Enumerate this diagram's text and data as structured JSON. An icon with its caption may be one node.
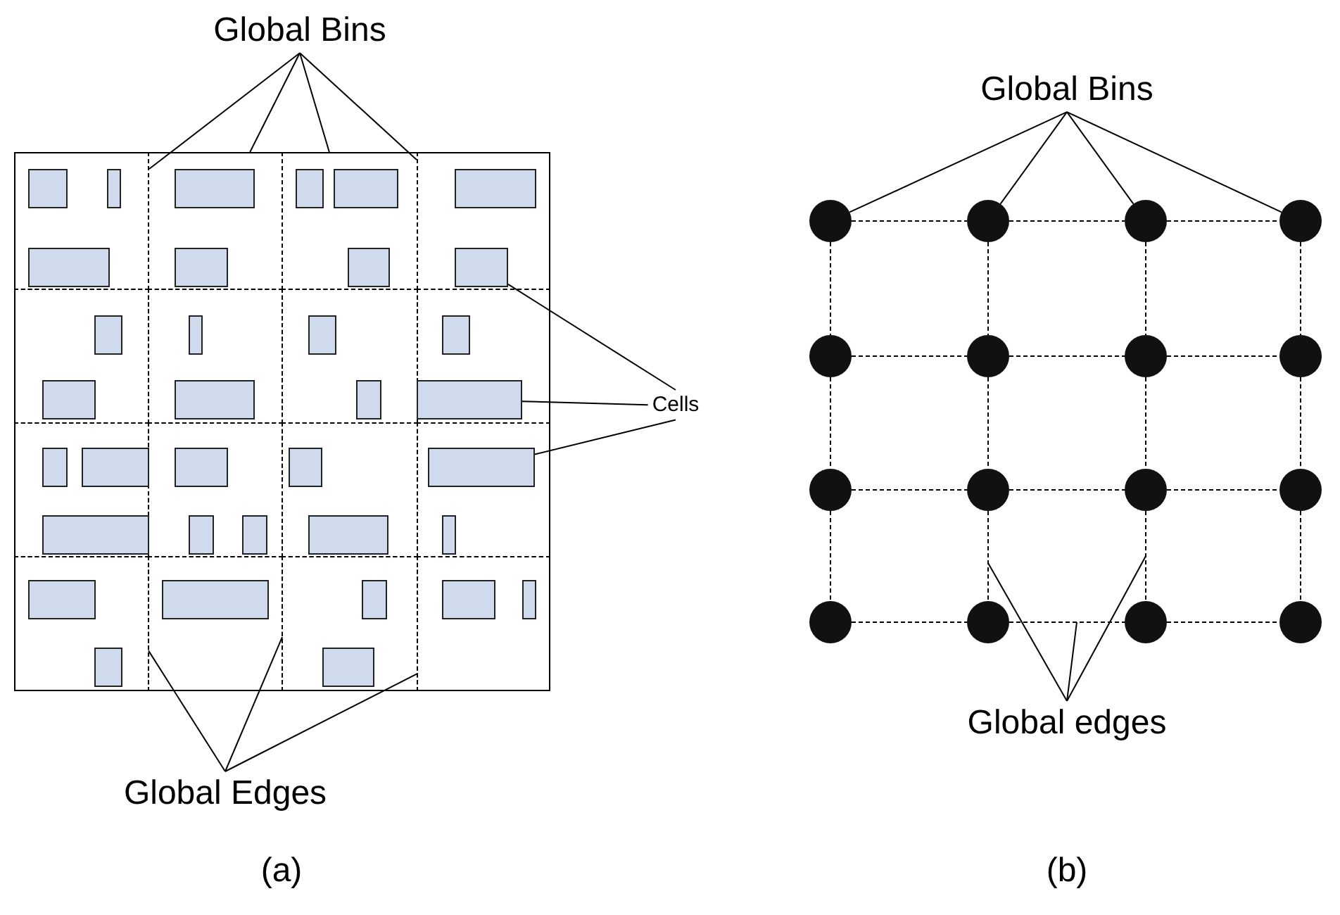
{
  "diagram": {
    "nodes": [
      {
        "text": [
          "Global Bins"
        ]
      },
      {
        "text": [],
        "shape": "box"
      },
      {
        "text": [],
        "shape": "box",
        "in": 1
      },
      {
        "text": [],
        "shape": "box",
        "in": 1
      },
      {
        "text": [],
        "shape": "box",
        "in": 1
      },
      {
        "text": [],
        "shape": "box"
      },
      {
        "text": [],
        "shape": "box",
        "in": 5
      },
      {
        "text": [],
        "shape": "box",
        "in": 5
      },
      {
        "text": [],
        "shape": "box"
      },
      {
        "text": [],
        "shape": "box",
        "in": 8
      },
      {
        "text": [],
        "shape": "box",
        "in": 8
      },
      {
        "text": [],
        "shape": "box",
        "in": 8
      },
      {
        "text": [],
        "shape": "box"
      },
      {
        "text": [],
        "shape": "box",
        "in": 12
      },
      {
        "text": [],
        "shape": "box",
        "in": 12
      },
      {
        "text": [],
        "shape": "box"
      },
      {
        "text": [],
        "shape": "box",
        "in": 15
      },
      {
        "text": [],
        "shape": "box",
        "in": 15
      },
      {
        "text": [],
        "shape": "box"
      },
      {
        "text": [],
        "shape": "box",
        "in": 18
      },
      {
        "text": [],
        "shape": "box",
        "in": 18
      },
      {
        "text": [],
        "shape": "box"
      },
      {
        "text": [],
        "shape": "box",
        "in": 21
      },
      {
        "text": [],
        "shape": "box",
        "in": 21
      },
      {
        "text": [],
        "shape": "box"
      },
      {
        "text": [],
        "shape": "box",
        "in": 24
      },
      {
        "text": [],
        "shape": "box",
        "in": 24
      },
      {
        "text": [],
        "shape": "box"
      },
      {
        "text": [],
        "shape": "box",
        "in": 27
      },
      {
        "text": [],
        "shape": "box",
        "in": 27
      },
      {
        "text": [],
        "shape": "box",
        "in": 27
      },
      {
        "text": [],
        "shape": "box"
      },
      {
        "text": [],
        "shape": "box",
        "in": 31
      },
      {
        "text": [],
        "shape": "box",
        "in": 31
      },
      {
        "text": [],
        "shape": "box",
        "in": 31
      },
      {
        "text": [],
        "shape": "box"
      },
      {
        "text": [],
        "shape": "box",
        "in": 35
      },
      {
        "text": [],
        "shape": "box",
        "in": 35
      },
      {
        "text": [],
        "shape": "box"
      },
      {
        "text": [],
        "shape": "box",
        "in": 38
      },
      {
        "text": [],
        "shape": "box",
        "in": 38
      },
      {
        "text": [],
        "shape": "box"
      },
      {
        "text": [],
        "shape": "box",
        "in": 41
      },
      {
        "text": [],
        "shape": "box",
        "in": 41
      },
      {
        "text": [],
        "shape": "box"
      },
      {
        "text": [],
        "shape": "box",
        "in": 44
      },
      {
        "text": [],
        "shape": "box"
      },
      {
        "text": [],
        "shape": "box",
        "in": 46
      },
      {
        "text": [],
        "shape": "box",
        "in": 46
      },
      {
        "text": [],
        "shape": "box"
      },
      {
        "text": [],
        "shape": "box",
        "in": 49
      },
      {
        "text": [],
        "shape": "box",
        "in": 49
      },
      {
        "text": [
          "Cells"
        ]
      },
      {
        "text": [
          "Global Edges"
        ]
      },
      {
        "text": [
          "Global Bins"
        ]
      },
      {
        "text": [],
        "shape": "circle"
      },
      {
        "text": [],
        "shape": "circle"
      },
      {
        "text": [],
        "shape": "circle"
      },
      {
        "text": [],
        "shape": "circle"
      },
      {
        "text": [],
        "shape": "circle"
      },
      {
        "text": [],
        "shape": "circle"
      },
      {
        "text": [],
        "shape": "circle"
      },
      {
        "text": [],
        "shape": "circle"
      },
      {
        "text": [],
        "shape": "circle"
      },
      {
        "text": [],
        "shape": "circle"
      },
      {
        "text": [],
        "shape": "circle"
      },
      {
        "text": [],
        "shape": "circle"
      },
      {
        "text": [],
        "shape": "circle"
      },
      {
        "text": [],
        "shape": "circle"
      },
      {
        "text": [],
        "shape": "circle"
      },
      {
        "text": [],
        "shape": "circle"
      },
      {
        "text": [
          "Global edges"
        ]
      }
    ],
    "edges": [
      {
        "from": 0,
        "to": 1,
        "arrow": "none"
      },
      {
        "from": 0,
        "to": 5,
        "arrow": "none"
      },
      {
        "from": 0,
        "to": 8,
        "arrow": "none"
      },
      {
        "from": 0,
        "to": 12,
        "arrow": "none"
      },
      {
        "from": 52,
        "to": 14,
        "arrow": "none"
      },
      {
        "from": 52,
        "to": 26,
        "arrow": "none"
      },
      {
        "from": 52,
        "to": 39,
        "arrow": "none"
      },
      {
        "from": 53,
        "to": 41,
        "arrow": "none"
      },
      {
        "from": 53,
        "to": 44,
        "arrow": "none"
      },
      {
        "from": 53,
        "to": 49,
        "arrow": "none"
      },
      {
        "from": 54,
        "to": 55,
        "arrow": "none"
      },
      {
        "from": 54,
        "to": 56,
        "arrow": "none"
      },
      {
        "from": 54,
        "to": 57,
        "arrow": "none"
      },
      {
        "from": 54,
        "to": 58,
        "arrow": "none"
      },
      {
        "from": 55,
        "to": 56,
        "arrow": "none",
        "style": "dashed"
      },
      {
        "from": 56,
        "to": 57,
        "arrow": "none",
        "style": "dashed"
      },
      {
        "from": 57,
        "to": 58,
        "arrow": "none",
        "style": "dashed"
      },
      {
        "from": 59,
        "to": 60,
        "arrow": "none",
        "style": "dashed"
      },
      {
        "from": 60,
        "to": 61,
        "arrow": "none",
        "style": "dashed"
      },
      {
        "from": 61,
        "to": 62,
        "arrow": "none",
        "style": "dashed"
      },
      {
        "from": 63,
        "to": 64,
        "arrow": "none",
        "style": "dashed"
      },
      {
        "from": 64,
        "to": 65,
        "arrow": "none",
        "style": "dashed"
      },
      {
        "from": 65,
        "to": 66,
        "arrow": "none",
        "style": "dashed"
      },
      {
        "from": 67,
        "to": 68,
        "arrow": "none",
        "style": "dashed"
      },
      {
        "from": 68,
        "to": 69,
        "arrow": "none",
        "style": "dashed"
      },
      {
        "from": 69,
        "to": 70,
        "arrow": "none",
        "style": "dashed"
      },
      {
        "from": 55,
        "to": 59,
        "arrow": "none",
        "style": "dashed"
      },
      {
        "from": 56,
        "to": 60,
        "arrow": "none",
        "style": "dashed"
      },
      {
        "from": 57,
        "to": 61,
        "arrow": "none",
        "style": "dashed"
      },
      {
        "from": 58,
        "to": 62,
        "arrow": "none",
        "style": "dashed"
      },
      {
        "from": 59,
        "to": 63,
        "arrow": "none",
        "style": "dashed"
      },
      {
        "from": 60,
        "to": 64,
        "arrow": "none",
        "style": "dashed"
      },
      {
        "from": 61,
        "to": 65,
        "arrow": "none",
        "style": "dashed"
      },
      {
        "from": 62,
        "to": 66,
        "arrow": "none",
        "style": "dashed"
      },
      {
        "from": 63,
        "to": 67,
        "arrow": "none",
        "style": "dashed"
      },
      {
        "from": 64,
        "to": 68,
        "arrow": "none",
        "style": "dashed"
      },
      {
        "from": 65,
        "to": 69,
        "arrow": "none",
        "style": "dashed"
      },
      {
        "from": 66,
        "to": 70,
        "arrow": "none",
        "style": "dashed"
      },
      {
        "from": 71,
        "to": null,
        "arrow": "none"
      },
      {
        "from": 71,
        "to": null,
        "arrow": "none"
      },
      {
        "from": 71,
        "to": null,
        "arrow": "none"
      }
    ],
    "labels": [
      "(a)",
      "(b)"
    ]
  }
}
